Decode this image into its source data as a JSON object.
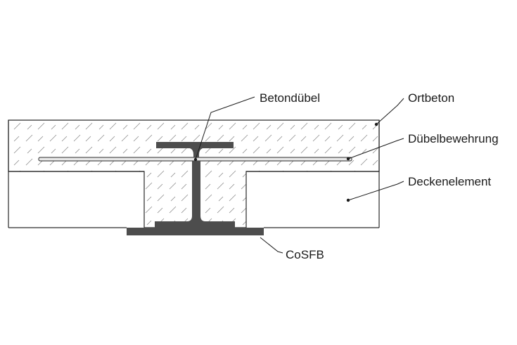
{
  "labels": {
    "betondubel": "Betondübel",
    "ortbeton": "Ortbeton",
    "dubelbewehrung": "Dübelbewehrung",
    "deckenelement": "Deckenelement",
    "cosfb": "CoSFB"
  },
  "colors": {
    "line": "#2a2a2a",
    "hatch": "#8a8a8a",
    "steel": "#4d4d4d",
    "rebar": "#e8e8e8",
    "background": "#ffffff"
  }
}
